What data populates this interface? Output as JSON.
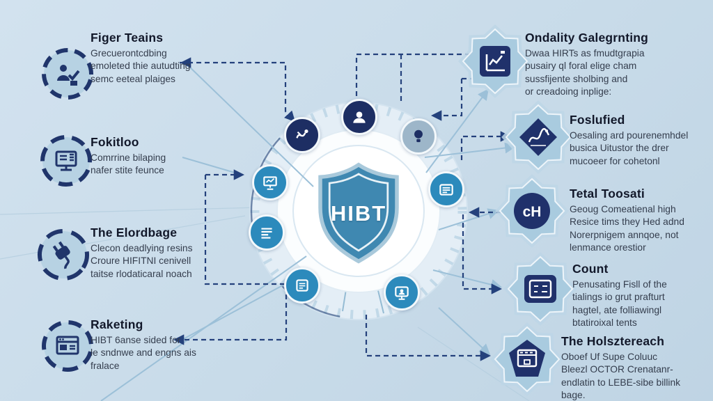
{
  "diagram": {
    "center_label": "HIBT",
    "left_items": [
      {
        "title": "Figer Teains",
        "body": "Grecuerontcdbing\nemoleted thie autudting\nsemc eeteal plaiges",
        "icon": "team-check-icon"
      },
      {
        "title": "Fokitloo",
        "body": "Comrrine bilaping\nnafer stite feunce",
        "icon": "monitor-lines-icon"
      },
      {
        "title": "The Elordbage",
        "body": "Clecon deadlying resins\nCroure HIFITNI cenivell\ntaitse rlodaticaral noach",
        "icon": "plug-icon"
      },
      {
        "title": "Raketing",
        "body": "HIBT 6anse sided for\nle sndnwe and engns ais\nfralace",
        "icon": "browser-icon"
      }
    ],
    "right_items": [
      {
        "title": "Ondality Galegrnting",
        "body": "Dwaa HIRTs as fmudtgrapia\npusairy ql foral elige cham\nsussfijente sholbing and\nor creadoing inplige:",
        "icon": "chart-badge-icon"
      },
      {
        "title": "Foslufied",
        "body": "Oesaling ard pourenemhdel\nbusica Uitustor the drer\nmucoeer for cohetonl",
        "icon": "signature-badge-icon"
      },
      {
        "title": "Tetal Toosati",
        "body": "Geoug Comeatienal high\nResice tims they Hed adnd\nNorerpnigem annqoe, not\nlenmance orestior",
        "icon": "letters-badge-icon",
        "icon_label": "cH"
      },
      {
        "title": "Count",
        "body": "Penusating Fisll of the\ntialings io grut prafturt\nhagtel, ate folliawingl\nbtatiroixal tents",
        "icon": "screen-badge-icon"
      },
      {
        "title": "The Holsztereach",
        "body": "Oboef Uf Supe Coluuc\nBleezl OCTOR Crenatanr-\nendlatin to LEBE-sibe billink\nbage.",
        "icon": "window-badge-icon"
      }
    ],
    "hub_icons": [
      "user-icon",
      "stethoscope-icon",
      "lightbulb-icon",
      "presentation-icon",
      "card-icon",
      "document-icon",
      "note-icon",
      "monitor-person-icon"
    ],
    "colors": {
      "background": "#c8dbe9",
      "navy_line": "#24417c",
      "badge_navy": "#20316b",
      "teal": "#2c8abc",
      "shield_blue": "#3f88b1",
      "badge_light": "#a9cbdf"
    }
  }
}
